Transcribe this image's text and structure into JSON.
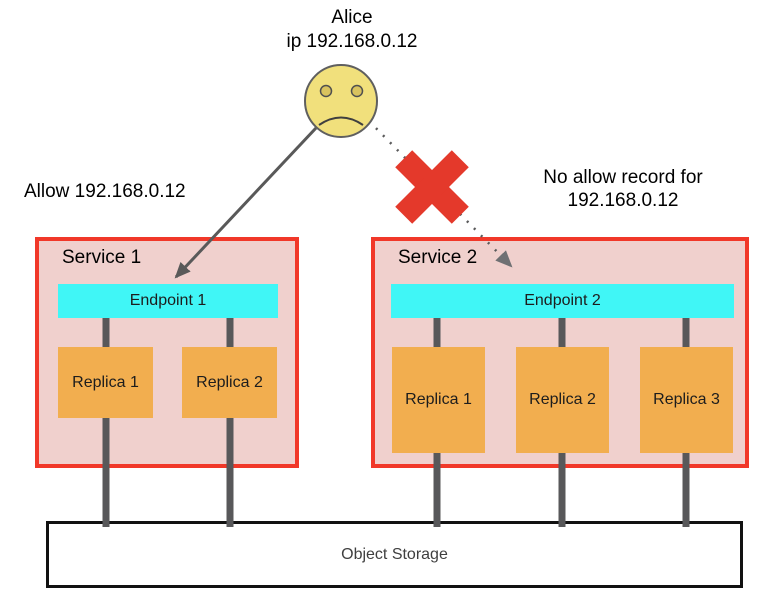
{
  "actor": {
    "name": "Alice",
    "ip": "ip 192.168.0.12"
  },
  "annotations": {
    "allow": "Allow 192.168.0.12",
    "deny_line1": "No allow record for",
    "deny_line2": "192.168.0.12"
  },
  "services": [
    {
      "title": "Service 1",
      "endpoint": "Endpoint 1",
      "replicas": [
        "Replica 1",
        "Replica 2"
      ]
    },
    {
      "title": "Service 2",
      "endpoint": "Endpoint 2",
      "replicas": [
        "Replica 1",
        "Replica 2",
        "Replica 3"
      ]
    }
  ],
  "storage": {
    "label": "Object Storage"
  },
  "icons": {
    "actor": "sad-face-icon",
    "deny": "red-cross-icon",
    "allowed_arrow": "solid-arrow",
    "denied_arrow": "dotted-arrow"
  },
  "colors": {
    "service_border": "#f13829",
    "service_fill": "#f0d0cd",
    "endpoint_fill": "#40f6f6",
    "replica_fill": "#f2ae4f",
    "connector": "#58585a",
    "cross": "#e4392b",
    "face_fill": "#f1e07c",
    "storage_border": "#111111"
  }
}
